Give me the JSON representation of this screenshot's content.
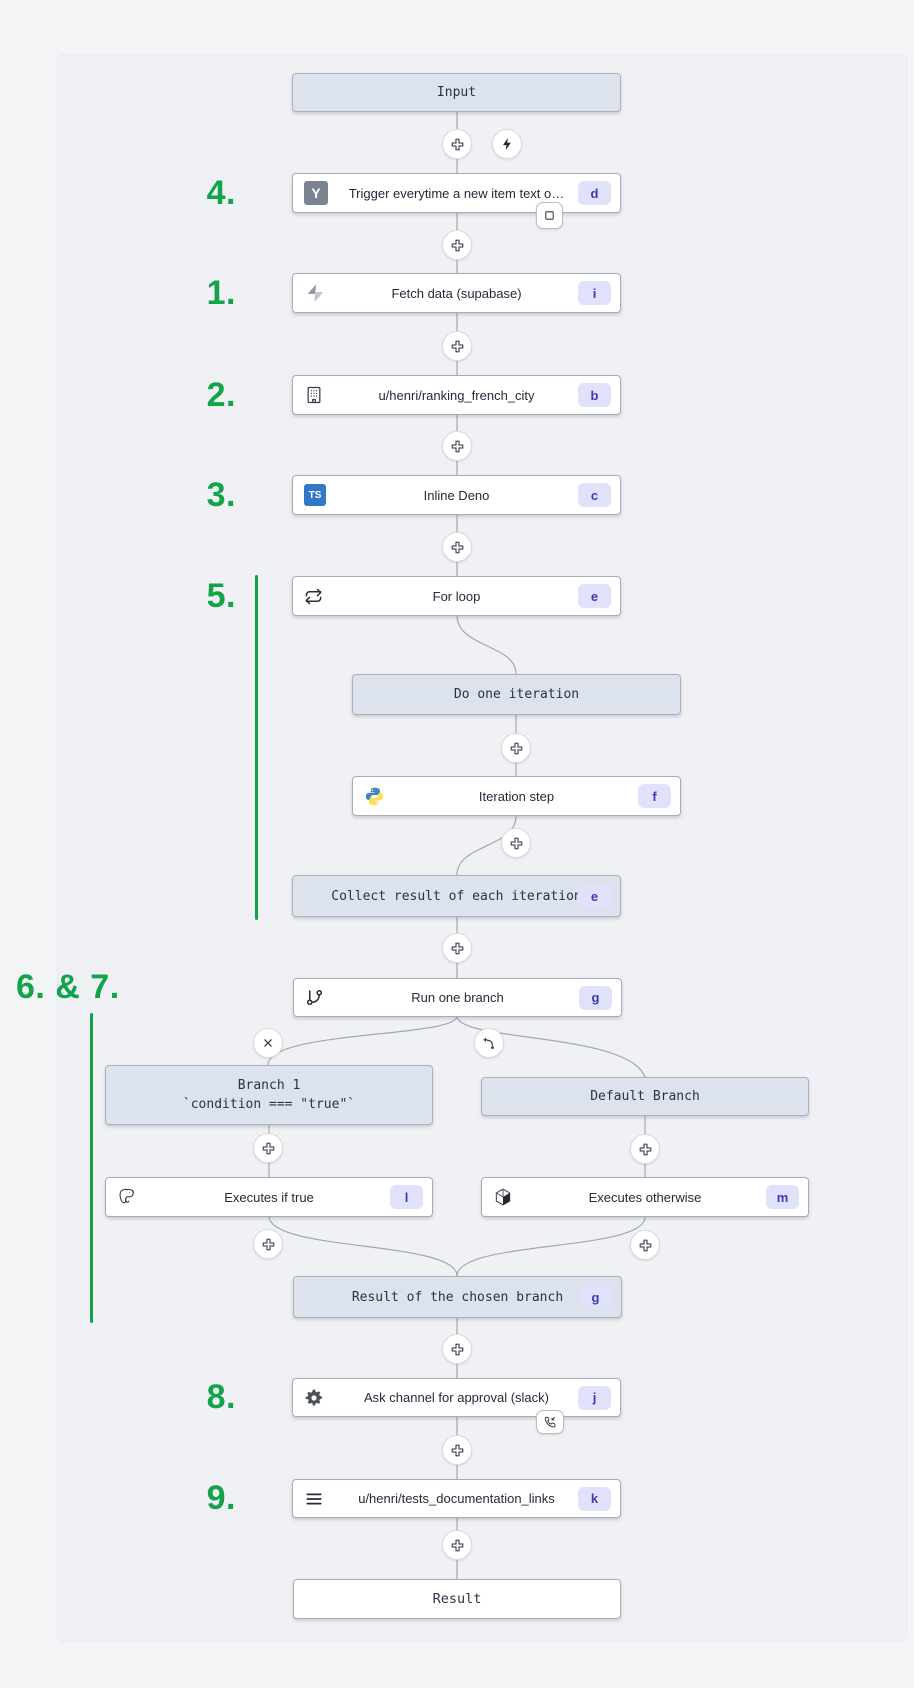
{
  "colors": {
    "accent_green": "#13a44b",
    "badge_bg": "#e0e2fb",
    "badge_text": "#3f3ab0",
    "node_border": "#a6adb8",
    "gray_node_bg": "#dce3ed",
    "gray_node_border": "#aab1bd",
    "connector": "#a2a8b0",
    "page_bg": "#f3f4f6",
    "panel_bg": "#f0f1f4",
    "node_text": "#222b38",
    "ts_blue": "#3178c6"
  },
  "annotations": {
    "step4": "4.",
    "step1": "1.",
    "step2": "2.",
    "step3": "3.",
    "step5": "5.",
    "step67": "6. & 7.",
    "step8": "8.",
    "step9": "9."
  },
  "flow": {
    "input": {
      "label": "Input"
    },
    "trigger": {
      "label": "Trigger everytime a new item text o…",
      "badge": "d",
      "icon": "hackernews-y-icon",
      "icon_text": "Y"
    },
    "fetch": {
      "label": "Fetch data (supabase)",
      "badge": "i",
      "icon": "supabase-bolt-icon"
    },
    "ranking": {
      "label": "u/henri/ranking_french_city",
      "badge": "b",
      "icon": "building-icon"
    },
    "inline_deno": {
      "label": "Inline Deno",
      "badge": "c",
      "icon": "typescript-icon",
      "icon_text": "TS"
    },
    "for_loop": {
      "label": "For loop",
      "badge": "e",
      "icon": "repeat-icon"
    },
    "do_iteration": {
      "label": "Do one iteration"
    },
    "iteration_step": {
      "label": "Iteration step",
      "badge": "f",
      "icon": "python-icon"
    },
    "collect": {
      "label": "Collect result of each iteration",
      "badge": "e"
    },
    "run_branch": {
      "label": "Run one branch",
      "badge": "g",
      "icon": "git-branch-icon"
    },
    "branch1": {
      "title": "Branch 1",
      "condition": "`condition === \"true\"`"
    },
    "default_branch": {
      "label": "Default Branch"
    },
    "executes_if_true": {
      "label": "Executes if true",
      "badge": "l",
      "icon": "postgresql-icon"
    },
    "executes_otherwise": {
      "label": "Executes otherwise",
      "badge": "m",
      "icon": "cube-icon"
    },
    "chosen_result": {
      "label": "Result of the chosen branch",
      "badge": "g"
    },
    "slack_approval": {
      "label": "Ask channel for approval (slack)",
      "badge": "j",
      "icon": "gear-icon"
    },
    "docs_step": {
      "label": "u/henri/tests_documentation_links",
      "badge": "k",
      "icon": "menu-lines-icon"
    },
    "result": {
      "label": "Result"
    }
  }
}
